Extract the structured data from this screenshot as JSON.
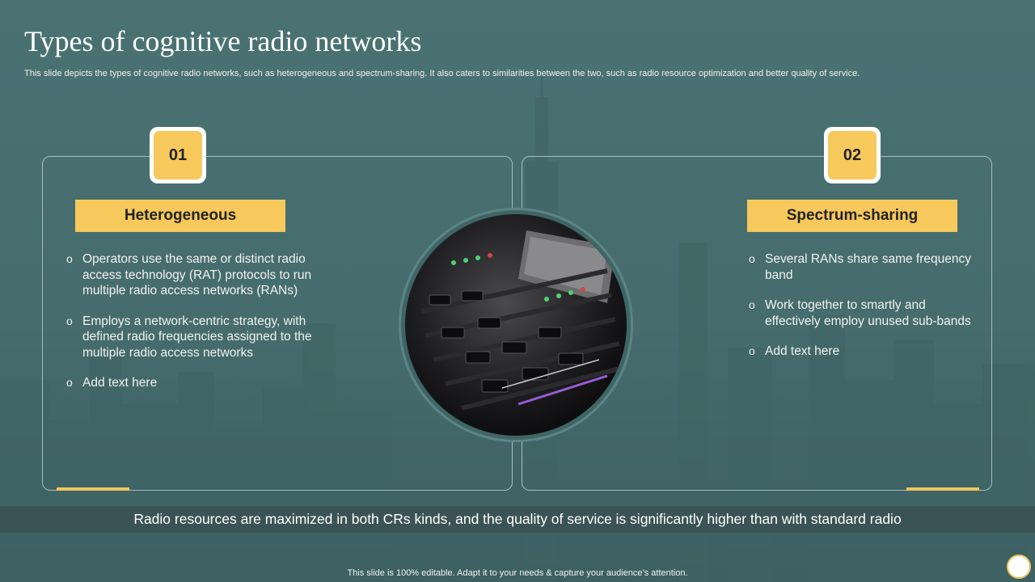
{
  "title": "Types of cognitive radio networks",
  "subtitle": "This slide depicts the types of cognitive radio networks, such as heterogeneous and spectrum-sharing. It also caters to similarities between the two, such as radio resource optimization and better quality of service.",
  "cards": [
    {
      "number": "01",
      "heading": "Heterogeneous",
      "bullets": [
        "Operators use the same or distinct radio access technology (RAT) protocols to run multiple radio access networks (RANs)",
        "Employs a network-centric strategy, with defined radio frequencies assigned to the multiple radio access networks",
        "Add text here"
      ]
    },
    {
      "number": "02",
      "heading": "Spectrum-sharing",
      "bullets": [
        "Several RANs share same frequency band",
        "Work together to smartly and effectively employ unused sub-bands",
        "Add text here"
      ]
    }
  ],
  "bullet_marker": "o",
  "banner": "Radio resources are maximized in both CRs kinds, and the quality of service is significantly higher than with standard radio",
  "footer": "This slide is 100% editable. Adapt it to your needs & capture your audience’s attention.",
  "colors": {
    "accent": "#f7c85b",
    "background": "#4a7273",
    "banner": "#3b5355"
  },
  "image": "audio-mixing-console-photo"
}
